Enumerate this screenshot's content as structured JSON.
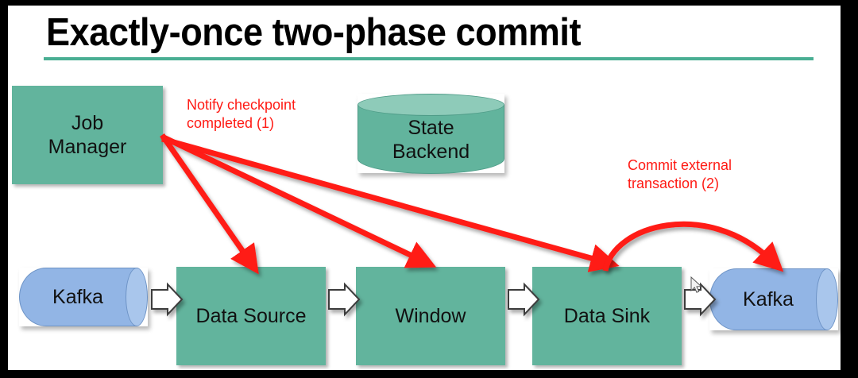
{
  "slide": {
    "title": "Exactly-once two-phase commit",
    "accent_color": "#49AE93",
    "process_color": "#62B49D",
    "external_color": "#92B5E5",
    "annotation_color": "#FF1A14",
    "background": "#ffffff",
    "frame_color": "#000000"
  },
  "nodes": {
    "job_manager": "Job\nManager",
    "job_manager_line1": "Job",
    "job_manager_line2": "Manager",
    "state_backend_line1": "State",
    "state_backend_line2": "Backend",
    "kafka_source": "Kafka",
    "data_source": "Data Source",
    "window": "Window",
    "data_sink": "Data Sink",
    "kafka_sink": "Kafka"
  },
  "annotations": [
    {
      "id": "notify-checkpoint",
      "text": "Notify checkpoint\ncompleted (1)"
    },
    {
      "id": "commit-external",
      "text": "Commit external\ntransaction (2)"
    }
  ],
  "icons": {
    "flow_arrow": "block-arrow-right-icon",
    "cursor": "mouse-cursor-icon",
    "database": "cylinder-database-icon"
  },
  "flow": {
    "steps": [
      "Kafka",
      "Data Source",
      "Window",
      "Data Sink",
      "Kafka"
    ]
  }
}
